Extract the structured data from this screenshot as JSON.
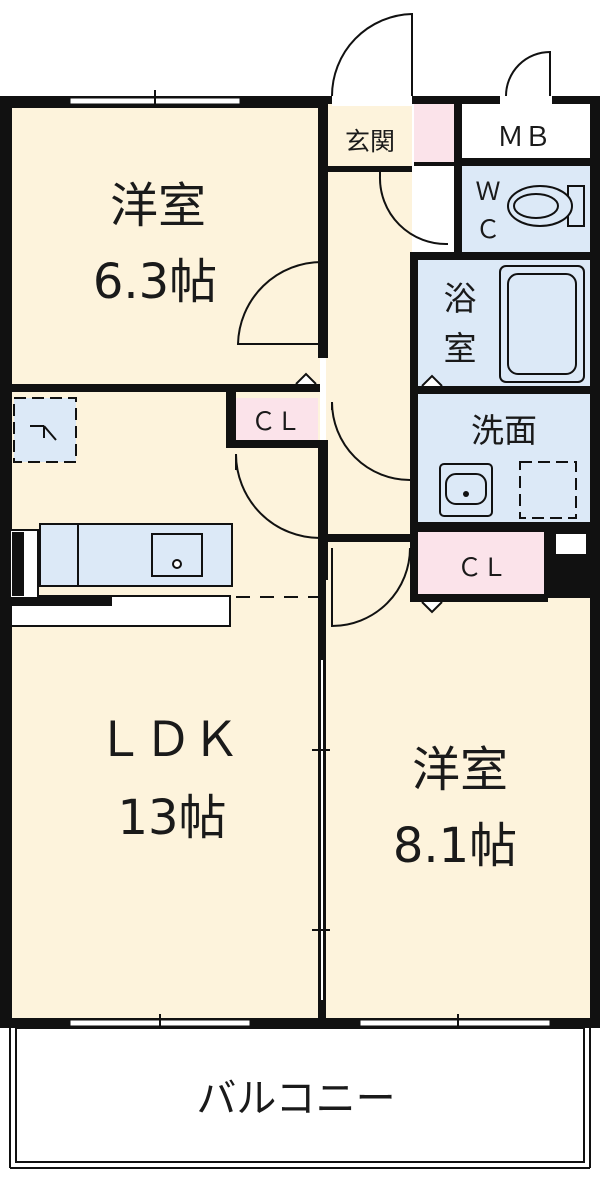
{
  "rooms": {
    "western_room_1": {
      "name": "洋室",
      "size": "6.3帖"
    },
    "ldk": {
      "name": "ＬＤＫ",
      "size": "13帖"
    },
    "western_room_2": {
      "name": "洋室",
      "size": "8.1帖"
    },
    "entrance": {
      "name": "玄関"
    },
    "meter_box": {
      "name": "ＭＢ"
    },
    "toilet": {
      "line1": "Ｗ",
      "line2": "Ｃ"
    },
    "bathroom": {
      "line1": "浴",
      "line2": "室"
    },
    "washroom": {
      "name": "洗面"
    },
    "closet_1": {
      "name": "ＣＬ"
    },
    "closet_2": {
      "name": "ＣＬ"
    },
    "balcony": {
      "name": "バルコニー"
    }
  },
  "colors": {
    "room": "#fdf3dc",
    "wet_area": "#dce9f7",
    "closet": "#fbe3ea",
    "entrance_floor": "#fdf3dc",
    "wall": "#111111"
  }
}
